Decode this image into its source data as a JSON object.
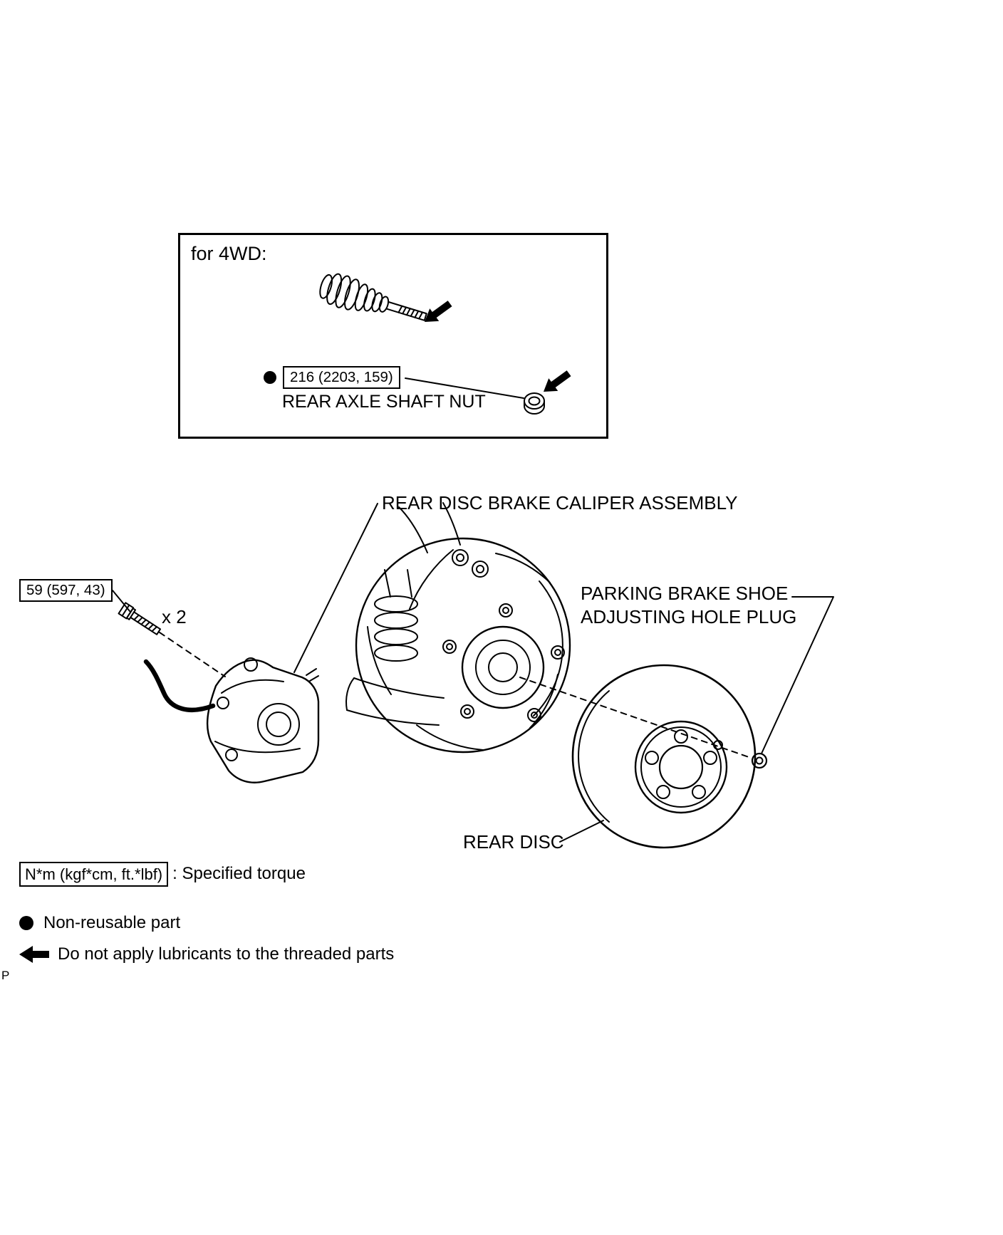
{
  "inset": {
    "title": "for 4WD:",
    "torque": "216 (2203, 159)",
    "part": "REAR AXLE SHAFT NUT"
  },
  "diagram": {
    "caliper_label": "REAR DISC BRAKE CALIPER ASSEMBLY",
    "caliper_bolt_torque": "59 (597, 43)",
    "caliper_bolt_count": "x 2",
    "plug_label_line1": "PARKING BRAKE SHOE",
    "plug_label_line2": "ADJUSTING HOLE PLUG",
    "disc_label": "REAR DISC"
  },
  "legend": {
    "torque_format": "N*m (kgf*cm, ft.*lbf)",
    "torque_meaning": ": Specified torque",
    "non_reusable": "Non-reusable part",
    "no_lubricants": "Do not apply lubricants to the threaded parts"
  },
  "page": {
    "corner_mark": "P"
  },
  "icons": {
    "non_reusable": "filled-circle",
    "no_lubricant": "solid-left-arrow",
    "direction": "solid-arrow"
  },
  "colors": {
    "ink": "#000000",
    "paper": "#ffffff"
  }
}
